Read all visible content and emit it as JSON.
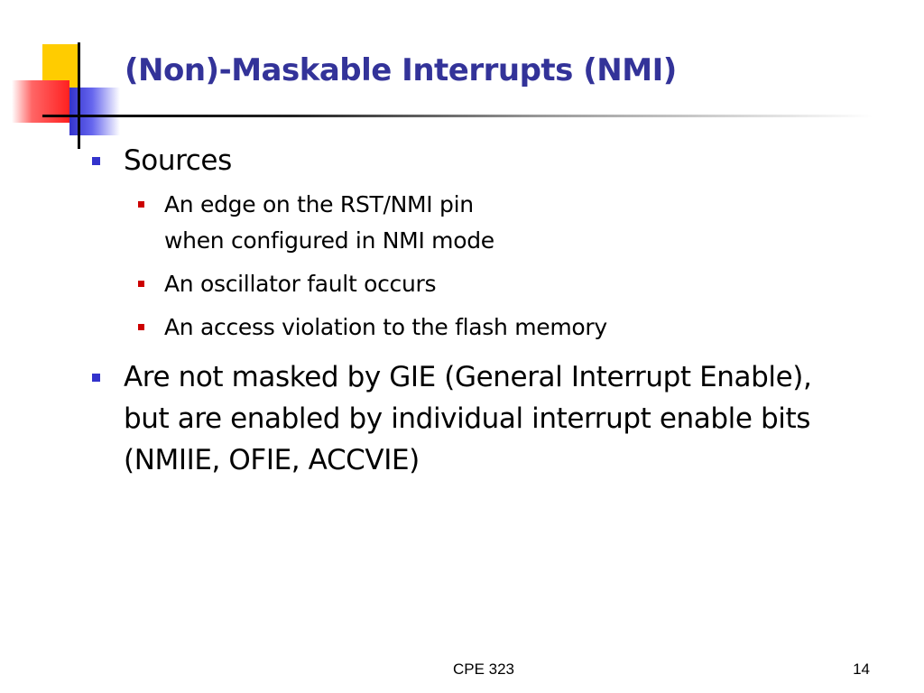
{
  "slide": {
    "title": "(Non)-Maskable Interrupts (NMI)",
    "bullets": [
      {
        "text": "Sources",
        "sub": [
          {
            "line1": "An edge on the RST/NMI pin",
            "line2": "when configured in NMI mode"
          },
          {
            "line1": "An oscillator fault occurs"
          },
          {
            "line1": "An access violation to the flash memory"
          }
        ]
      },
      {
        "lines": [
          "Are not masked by GIE (General Interrupt Enable),",
          "but are enabled by individual interrupt enable bits",
          "(NMIIE, OFIE, ACCVIE)"
        ]
      }
    ],
    "footer": {
      "course": "CPE 323",
      "page_number": "14"
    }
  },
  "colors": {
    "title": "#333399",
    "bullet_level1": "#3333cc",
    "bullet_level2": "#cc0000",
    "logo_yellow": "#ffcc00",
    "logo_red": "#ff2020",
    "logo_blue": "#3333cc"
  }
}
